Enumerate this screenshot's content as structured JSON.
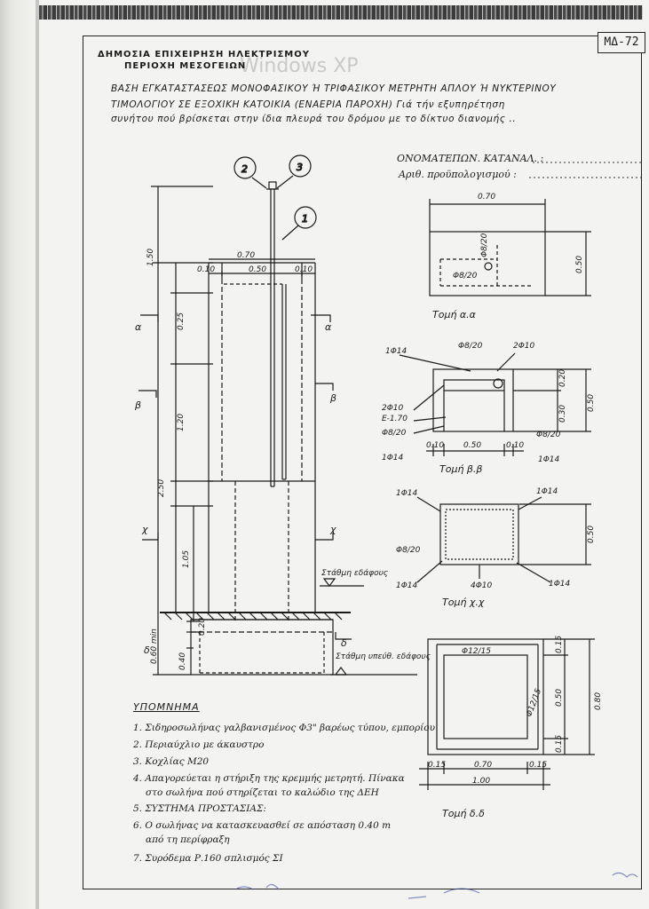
{
  "header": {
    "company": "ΔΗΜΟΣΙΑ ΕΠΙΧΕΙΡΗΣΗ ΗΛΕΚΤΡΙΣΜΟΥ",
    "region": "ΠΕΡΙΟΧΗ ΜΕΣΟΓΕΙΩΝ",
    "sheet_code": "ΜΔ-72"
  },
  "title": {
    "line1": "ΒΑΣΗ ΕΓΚΑΤΑΣΤΑΣΕΩΣ ΜΟΝΟΦΑΣΙΚΟΥ Ή ΤΡΙΦΑΣΙΚΟΥ ΜΕΤΡΗΤΗ ΑΠΛΟΥ Ή ΝΥΚΤΕΡΙΝΟΥ",
    "line2": "ΤΙΜΟΛΟΓΙΟΥ ΣΕ ΕΞΟΧΙΚΗ ΚΑΤΟΙΚΙΑ (ΕΝΑΕΡΙΑ ΠΑΡΟΧΗ) Γιά τήν εξυπηρέτηση",
    "line3": "συνήτου πού βρίσκεται στην ίδια πλευρά του δρόμου με το δίκτυο διανομής .."
  },
  "form": {
    "name_label": "ΟΝΟΜΑΤΕΠΩΝ. ΚΑΤΑΝΑΛ. :",
    "budget_label": "Αριθ. προϋπολογισμού :"
  },
  "elevation": {
    "callouts": [
      "2",
      "3",
      "1"
    ],
    "dims": [
      "1.50",
      "0.70",
      "0.10",
      "0.50",
      "0.10",
      "0.25",
      "1.20",
      "2.50",
      "1.05",
      "0.20",
      "0.40",
      "0.60 min"
    ],
    "section_marks": [
      "α",
      "α",
      "β",
      "β",
      "χ",
      "χ",
      "δ",
      "δ"
    ],
    "ground_label": "Στάθμη εδάφους",
    "floor_label": "Στάθμη υπεύθ. εδάφους"
  },
  "sections": {
    "aa": {
      "title": "Τομή α.α",
      "dims": [
        "0.70",
        "0.50"
      ],
      "rebar": [
        "Φ8/20",
        "Φ8/20"
      ]
    },
    "bb": {
      "title": "Τομή β.β",
      "dims": [
        "0.10",
        "0.50",
        "0.10",
        "0.20",
        "0.30",
        "0.50"
      ],
      "rebar": [
        "Φ8/20",
        "1Φ14",
        "2Φ10",
        "2Φ10",
        "Ε-1.70",
        "Φ8/20",
        "Φ8/20",
        "1Φ14",
        "1Φ14"
      ]
    },
    "xx": {
      "title": "Τομή χ.χ",
      "dims": [
        "0.50"
      ],
      "rebar": [
        "1Φ14",
        "1Φ14",
        "Φ8/20",
        "1Φ14",
        "4Φ10",
        "1Φ14"
      ]
    },
    "dd": {
      "title": "Τομή δ.δ",
      "dims": [
        "0.15",
        "0.70",
        "0.15",
        "1.00",
        "0.15",
        "0.50",
        "0.15",
        "0.80"
      ],
      "rebar": [
        "Φ12/15",
        "Φ12/15"
      ]
    }
  },
  "notes": {
    "heading": "ΥΠΟΜΝΗΜΑ",
    "items": [
      "1. Σιδηροσωλήνας γαλβανισμένος Φ3\" βαρέως τύπου, εμπορίου",
      "2. Περιαύχλιο με άκαυστρο",
      "3. Κοχλίας Μ20",
      "4. Απαγορεύεται η στήριξη της κρεμμής μετρητή. Πίνακα",
      "στο σωλήνα πού στηρίζεται το καλώδιο της ΔΕΗ",
      "5. ΣΥΣΤΗΜΑ ΠΡΟΣΤΑΣΙΑΣ:",
      "6. Ο σωλήνας να κατασκευασθεί σε απόσταση 0.40 m",
      "από τη περίφραξη",
      "7. Συρόδεμα Ρ.160 σπλισμός ΣΙ"
    ]
  }
}
